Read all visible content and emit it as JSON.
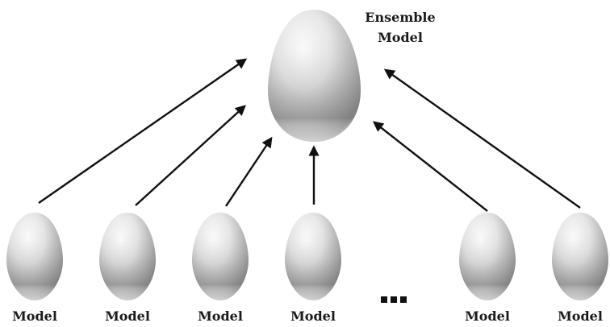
{
  "diagram": {
    "ensemble_label_line1": "Ensemble",
    "ensemble_label_line2": "Model",
    "base_model_label": "Model",
    "base_models": [
      {
        "label": "Model"
      },
      {
        "label": "Model"
      },
      {
        "label": "Model"
      },
      {
        "label": "Model"
      },
      {
        "label": "Model"
      },
      {
        "label": "Model"
      }
    ],
    "ellipsis": "...",
    "icons": {
      "ensemble": "egg-icon",
      "base_model": "egg-icon",
      "connector": "arrow-icon"
    },
    "colors": {
      "arrow": "#111111",
      "egg_highlight": "#ffffff",
      "egg_mid": "#d9d9d9",
      "egg_shadow": "#8c8c8c",
      "text": "#1a1a1a"
    }
  }
}
